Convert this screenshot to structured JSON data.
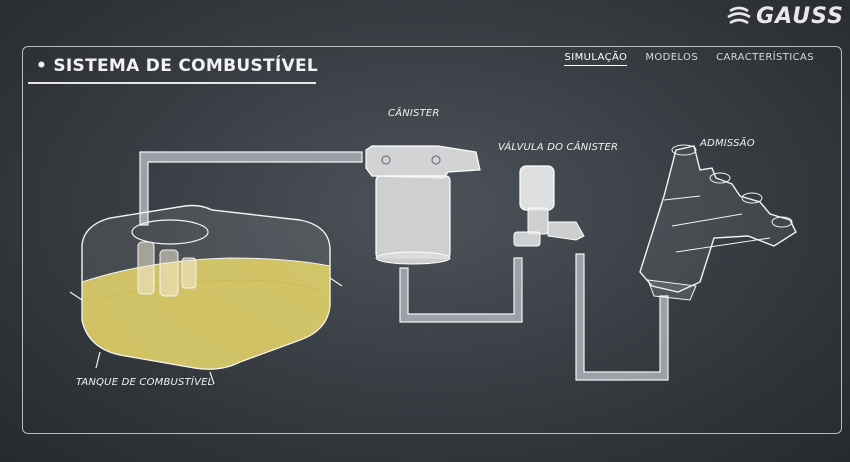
{
  "brand": {
    "name": "GAUSS",
    "icon": "gauss-logo-icon"
  },
  "header": {
    "title": "• SISTEMA DE COMBUSTÍVEL"
  },
  "nav": {
    "items": [
      {
        "label": "SIMULAÇÃO",
        "active": true
      },
      {
        "label": "MODELOS",
        "active": false
      },
      {
        "label": "CARACTERÍSTICAS",
        "active": false
      }
    ]
  },
  "diagram": {
    "labels": {
      "canister": "CÂNISTER",
      "valve": "VÁLVULA DO CÂNISTER",
      "intake": "ADMISSÃO",
      "tank": "TANQUE DE COMBUSTÍVEL"
    },
    "colors": {
      "fuel": "#e9d76a",
      "line": "#f2f2f2",
      "pipe_fill": "#9aa1a8"
    }
  }
}
